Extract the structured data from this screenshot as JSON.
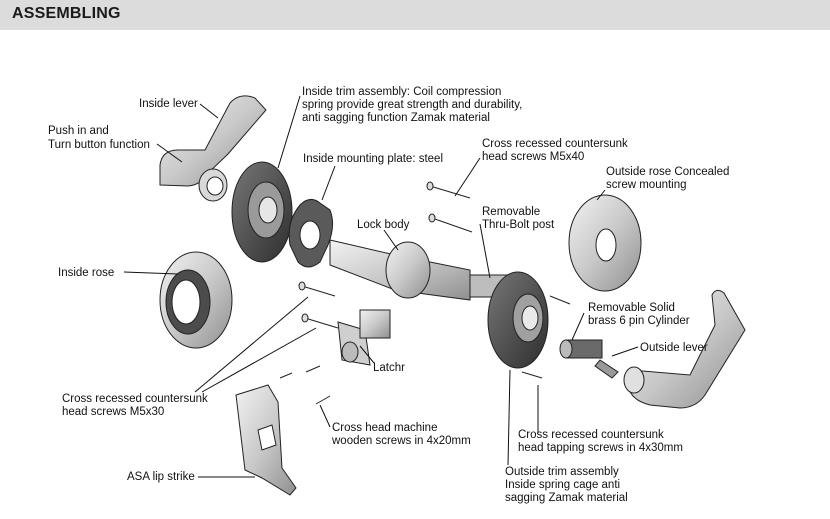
{
  "header": {
    "title": "ASSEMBLING"
  },
  "labels": {
    "inside_lever": "Inside lever",
    "push_turn_1": "Push in and",
    "push_turn_2": "Turn button function",
    "inside_trim_1": "Inside trim assembly: Coil compression",
    "inside_trim_2": "spring provide great strength and durability,",
    "inside_trim_3": "anti sagging function Zamak material",
    "inside_mounting_plate": "Inside mounting plate: steel",
    "cross_m5x40_1": "Cross recessed countersunk",
    "cross_m5x40_2": "head screws M5x40",
    "outside_rose_1": "Outside rose Concealed",
    "outside_rose_2": "screw mounting",
    "lock_body": "Lock body",
    "thru_bolt_1": "Removable",
    "thru_bolt_2": "Thru-Bolt post",
    "inside_rose": "Inside rose",
    "cylinder_1": "Removable Solid",
    "cylinder_2": "brass 6 pin Cylinder",
    "outside_lever": "Outside lever",
    "latch": "Latchr",
    "cross_m5x30_1": "Cross recessed countersunk",
    "cross_m5x30_2": "head screws M5x30",
    "wood_screws_1": "Cross head machine",
    "wood_screws_2": "wooden screws in 4x20mm",
    "tapping_1": "Cross recessed countersunk",
    "tapping_2": "head tapping screws in 4x30mm",
    "asa_strike": "ASA lip strike",
    "outside_trim_1": "Outside trim assembly",
    "outside_trim_2": "Inside spring cage anti",
    "outside_trim_3": "sagging Zamak material"
  }
}
